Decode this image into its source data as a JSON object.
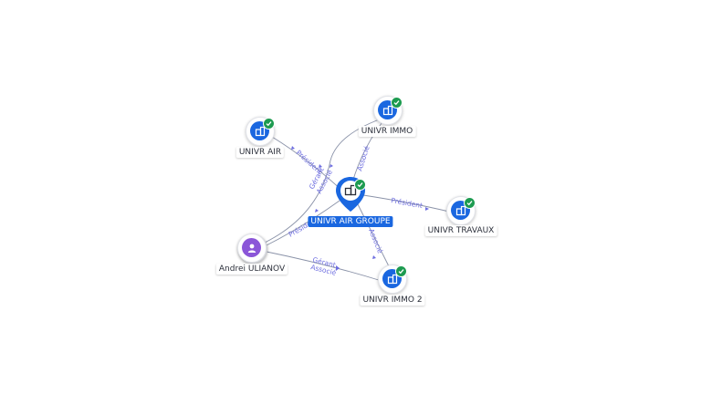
{
  "colors": {
    "accent": "#1a67e0",
    "person": "#8b56d8",
    "check": "#1d9b50",
    "edge_label": "#6e6ee0"
  },
  "nodes": {
    "main": {
      "label": "UNIVR AIR GROUPE",
      "icon": "building-icon",
      "verified": true
    },
    "univr_air": {
      "label": "UNIVR AIR",
      "icon": "building-icon",
      "verified": true
    },
    "univr_immo": {
      "label": "UNIVR IMMO",
      "icon": "building-icon",
      "verified": true
    },
    "univr_travaux": {
      "label": "UNIVR TRAVAUX",
      "icon": "building-icon",
      "verified": true
    },
    "univr_immo2": {
      "label": "UNIVR IMMO 2",
      "icon": "building-icon",
      "verified": true
    },
    "person": {
      "label": "Andrei ULIANOV",
      "icon": "person-icon"
    }
  },
  "edges": {
    "main_air": "Président",
    "main_immo": "Associé",
    "main_travaux": "Président",
    "main_immo2": "Associé",
    "person_main": "Président",
    "person_air_gerant": "Gérant",
    "person_air_associe": "Associé",
    "person_immo2_gerant": "Gérant",
    "person_immo2_associe": "Associé"
  }
}
